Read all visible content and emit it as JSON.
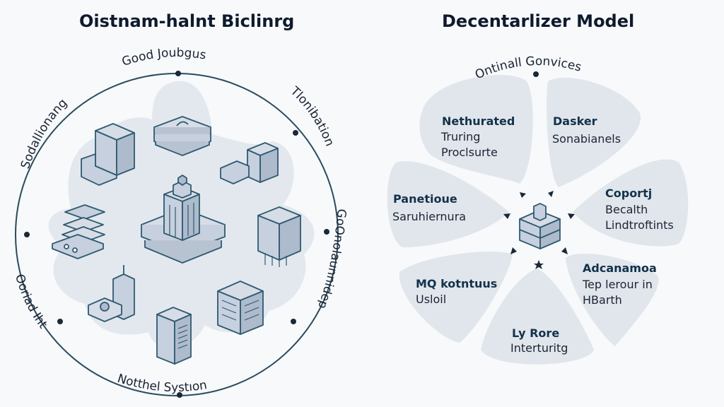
{
  "left_diagram": {
    "title": "Oistnam-halnt Biclinrg",
    "ring_labels": {
      "top": "Good Joubgus",
      "top_left": "Sodallionang",
      "top_right": "Tlonibation",
      "right": "GoOnolaunnidep",
      "bottom_left": "Ooriad Iht",
      "bottom": "Notthel Systıon"
    },
    "nodes": [
      "database-stack",
      "server-building",
      "network-device",
      "headquarters-tower",
      "layered-storage",
      "office-building",
      "cell-tower",
      "server-rack",
      "data-center"
    ]
  },
  "right_diagram": {
    "title": "Decentarlizer Model",
    "arc_label": "Ontinall Gonvices",
    "petals": [
      {
        "title": "Nethurated",
        "lines": [
          "Truring",
          "Proclsurte"
        ]
      },
      {
        "title": "Dasker",
        "lines": [
          "Sonabianels"
        ]
      },
      {
        "title": "Panetioue",
        "lines": [
          "Saruhiernura"
        ]
      },
      {
        "title": "Coportj",
        "lines": [
          "Becalth",
          "Lindtroftints"
        ]
      },
      {
        "title": "MQ kotntuus",
        "lines": [
          "Usloil"
        ]
      },
      {
        "title": "Adcanamoa",
        "lines": [
          "Tep lerour in",
          "HBarth"
        ]
      },
      {
        "title": "Ly Rore",
        "lines": [
          "Interturitg"
        ]
      }
    ]
  },
  "colors": {
    "ring": "#2a4a5e",
    "blob": "#dfe5ec",
    "petal": "#e1e6ec",
    "icon_stroke": "#2f5a70",
    "icon_fill": "#c7d0de",
    "title": "#0e1a2e"
  }
}
